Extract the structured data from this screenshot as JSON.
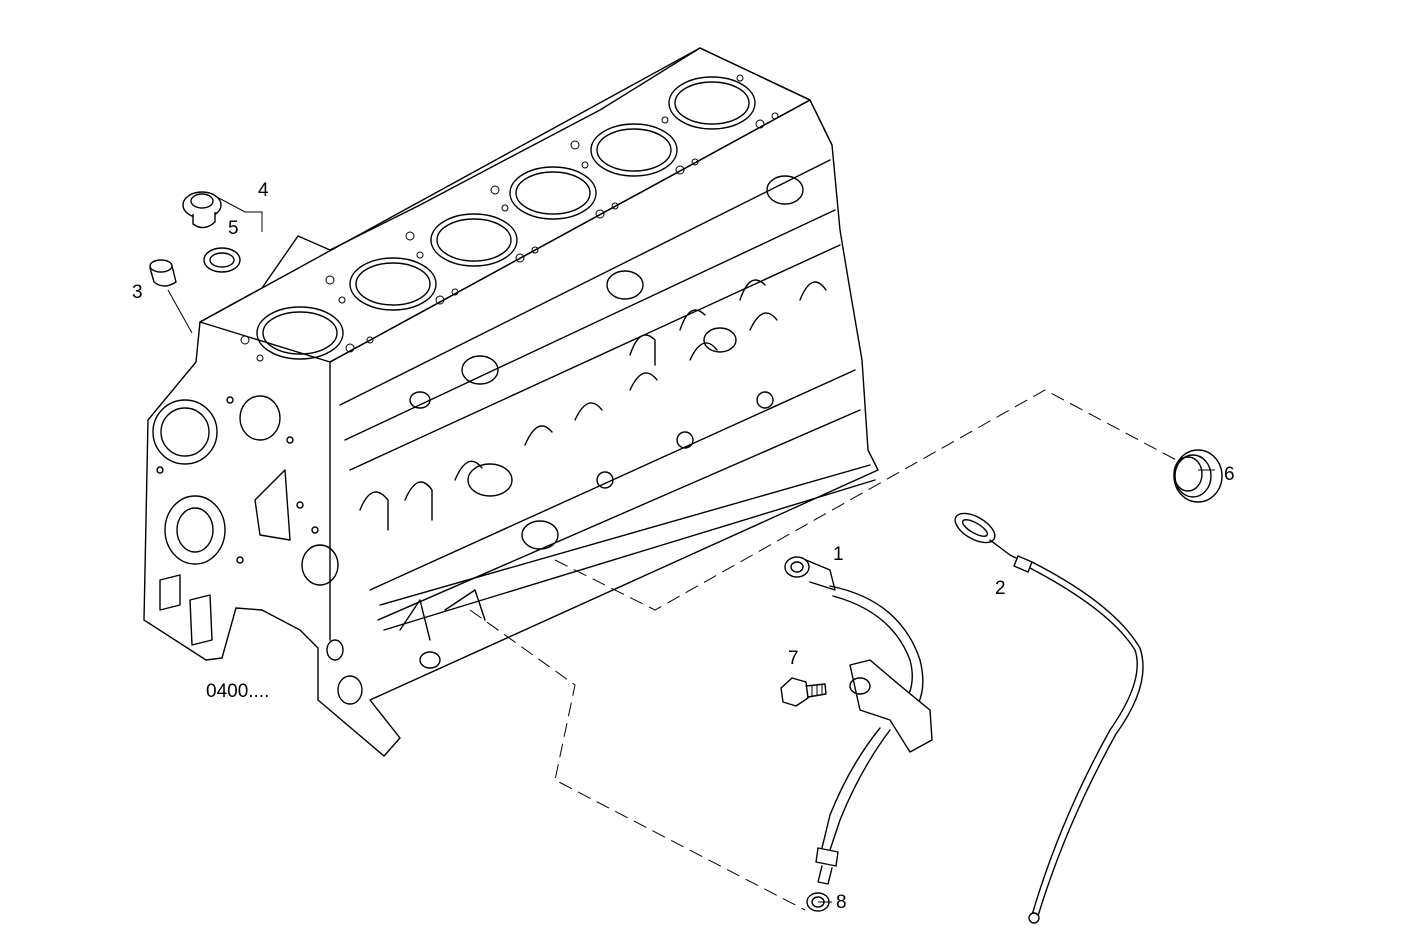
{
  "callouts": {
    "c1": "1",
    "c2": "2",
    "c3": "3",
    "c4": "4",
    "c5": "5",
    "c6": "6",
    "c7": "7",
    "c8": "8"
  },
  "reference": "0400....",
  "colors": {
    "ink": "#000000",
    "paper": "#ffffff"
  }
}
